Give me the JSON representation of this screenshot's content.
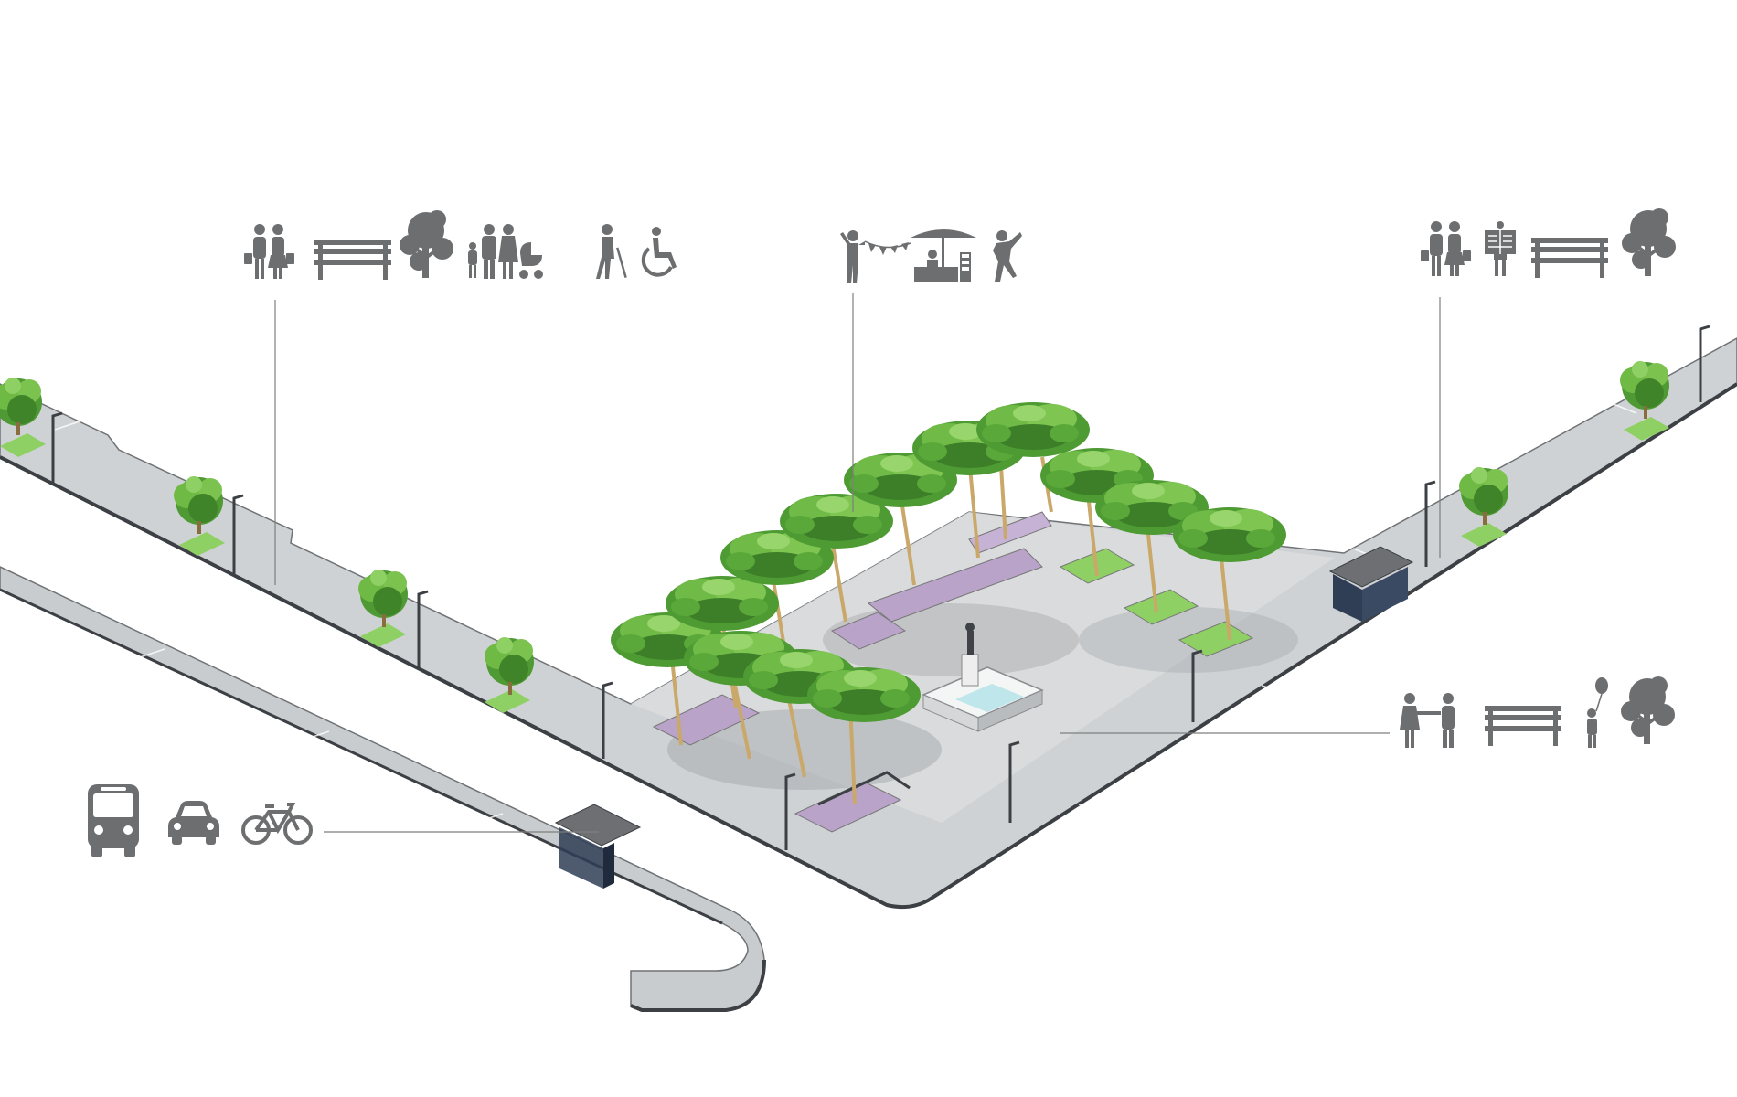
{
  "colors": {
    "background": "#ffffff",
    "pavement": "#c9ccce",
    "pavement_light": "#d6d8da",
    "pavement_edge": "#6f7376",
    "curb_dark": "#3c4044",
    "icon": "#6d6e70",
    "leader": "#7f7f7f",
    "foliage": "#5aa83a",
    "foliage_light": "#86c95a",
    "foliage_dark": "#3d7f28",
    "trunk": "#c9a86a",
    "flowers": "#b9a3c9",
    "grass": "#8fd064",
    "water": "#bfe6ea"
  },
  "callouts": [
    {
      "id": "west-sidewalk",
      "icons": [
        "shopping-couple-icon",
        "bench-icon",
        "tree-icon",
        "family-with-stroller-icon",
        "elderly-with-cane-icon",
        "wheelchair-icon"
      ]
    },
    {
      "id": "plaza-canopy",
      "icons": [
        "festival-bunting-icon",
        "market-stall-icon",
        "dancer-icon"
      ]
    },
    {
      "id": "east-sidewalk",
      "icons": [
        "shopping-couple-icon",
        "newspaper-reader-icon",
        "bench-icon",
        "tree-icon"
      ]
    },
    {
      "id": "plaza-open",
      "icons": [
        "couple-holding-hands-icon",
        "bench-icon",
        "child-with-balloon-icon",
        "tree-icon"
      ]
    },
    {
      "id": "transit",
      "icons": [
        "bus-icon",
        "car-icon",
        "bicycle-icon"
      ]
    }
  ]
}
